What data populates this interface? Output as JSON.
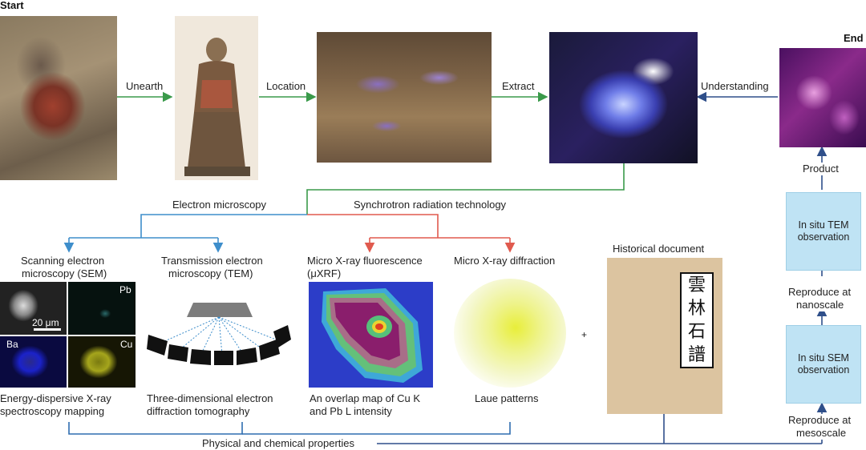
{
  "start_label": "Start",
  "end_label": "End",
  "flow": {
    "unearth": "Unearth",
    "location": "Location",
    "extract": "Extract",
    "understanding": "Understanding"
  },
  "branches": {
    "electron_microscopy": "Electron microscopy",
    "synchrotron": "Synchrotron radiation technology"
  },
  "methods": {
    "sem_line1": "Scanning electron",
    "sem_line2": "microscopy (SEM)",
    "tem_line1": "Transmission electron",
    "tem_line2": "microscopy (TEM)",
    "uxrf_line1": "Micro X-ray fluorescence",
    "uxrf_line2": "(μXRF)",
    "uxrd": "Micro X-ray diffraction",
    "historical": "Historical document"
  },
  "eds_panels": {
    "pb": "Pb",
    "ba": "Ba",
    "cu": "Cu",
    "scale": "20 μm"
  },
  "captions": {
    "eds_line1": "Energy-dispersive X-ray",
    "eds_line2": "spectroscopy mapping",
    "tomo_line1": "Three-dimensional electron",
    "tomo_line2": "diffraction tomography",
    "xrf_line1": "An overlap map of Cu K",
    "xrf_line2": "and Pb L intensity",
    "laue": "Laue patterns"
  },
  "plus": "+",
  "book_chars": [
    "雲",
    "林",
    "石",
    "譜"
  ],
  "right_chain": {
    "product": "Product",
    "tem_box_line1": "In situ TEM",
    "tem_box_line2": "observation",
    "nano_line1": "Reproduce at",
    "nano_line2": "nanoscale",
    "sem_box_line1": "In situ SEM",
    "sem_box_line2": "observation",
    "meso_line1": "Reproduce at",
    "meso_line2": "mesoscale"
  },
  "bottom": "Physical and chemical properties",
  "colors": {
    "green": "#3a9a4a",
    "blue": "#3e8ecb",
    "red": "#e05a4e",
    "navy": "#2f4f8a",
    "book": "#dcc4a0",
    "box": "#bfe3f4"
  }
}
